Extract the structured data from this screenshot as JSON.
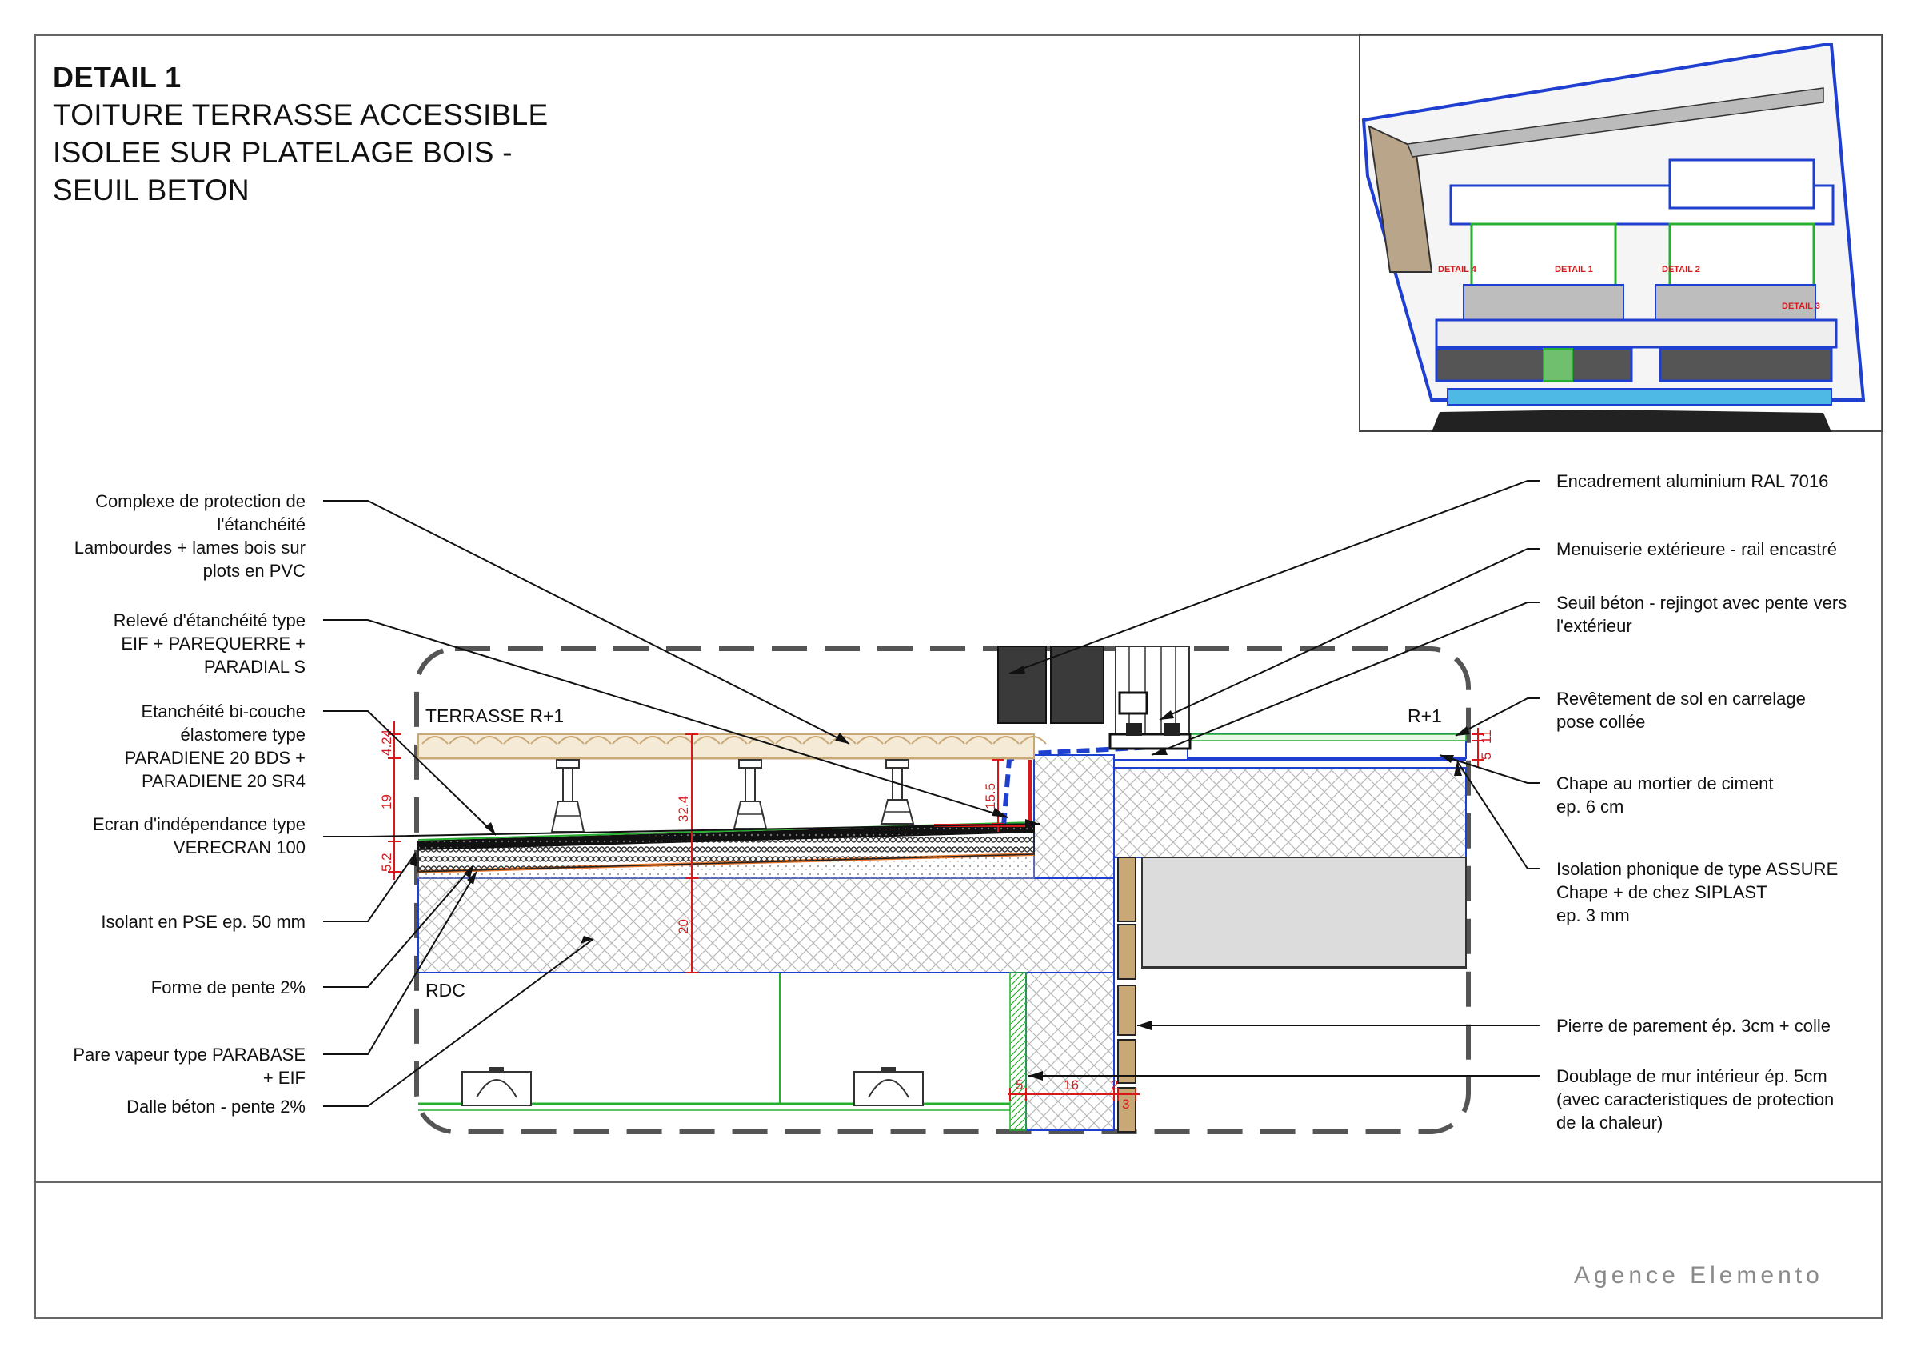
{
  "title": {
    "heading": "DETAIL 1",
    "lines": [
      "TOITURE TERRASSE ACCESSIBLE",
      "ISOLEE SUR PLATELAGE BOIS -",
      "SEUIL BETON"
    ]
  },
  "left_callouts": [
    {
      "lines": [
        "Complexe de protection de",
        "l'étanchéité",
        "Lambourdes + lames bois sur",
        "plots en PVC"
      ]
    },
    {
      "lines": [
        "Relevé d'étanchéité type",
        "EIF + PAREQUERRE +",
        "PARADIAL S"
      ]
    },
    {
      "lines": [
        "Etanchéité bi-couche",
        "élastomere type",
        "PARADIENE 20 BDS +",
        "PARADIENE 20 SR4"
      ]
    },
    {
      "lines": [
        "Ecran d'indépendance type",
        "VERECRAN 100"
      ]
    },
    {
      "lines": [
        "Isolant en PSE ep. 50 mm"
      ]
    },
    {
      "lines": [
        "Forme de pente 2%"
      ]
    },
    {
      "lines": [
        "Pare vapeur type PARABASE",
        "+ EIF"
      ]
    },
    {
      "lines": [
        "Dalle béton - pente 2%"
      ]
    }
  ],
  "right_callouts": [
    {
      "lines": [
        "Encadrement aluminium RAL 7016"
      ]
    },
    {
      "lines": [
        "Menuiserie extérieure - rail encastré"
      ]
    },
    {
      "lines": [
        "Seuil béton - rejingot avec pente vers",
        "l'extérieur"
      ]
    },
    {
      "lines": [
        "Revêtement de sol en carrelage",
        "pose collée"
      ]
    },
    {
      "lines": [
        "Chape au mortier de ciment",
        "ep. 6 cm"
      ]
    },
    {
      "lines": [
        "Isolation phonique de type ASSURE",
        "Chape + de chez SIPLAST",
        "ep. 3 mm"
      ]
    },
    {
      "lines": [
        "Pierre de parement ép. 3cm + colle"
      ]
    },
    {
      "lines": [
        "Doublage de mur intérieur ép. 5cm",
        "(avec caracteristiques de protection",
        "de la chaleur)"
      ]
    }
  ],
  "section_labels": {
    "terrasse": "TERRASSE R+1",
    "r1": "R+1",
    "rdc": "RDC"
  },
  "dimensions": {
    "d1": "4.24",
    "d2": "19",
    "d3": "5.2",
    "d4": "32.4",
    "d5": "15.5",
    "d6": "20",
    "d7": "5",
    "d8": "11",
    "d9": "16",
    "d10": "2",
    "d11": "3",
    "d12": "5"
  },
  "key_plan": {
    "tags": [
      "DETAIL 4",
      "DETAIL 1",
      "DETAIL 2",
      "DETAIL 3"
    ]
  },
  "brand": "Agence Elemento",
  "colors": {
    "dim_red": "#d7191c",
    "outline_blue": "#1f3fd0",
    "green": "#27b02f",
    "wood": "#c9a877",
    "dashed_gray": "#555555"
  }
}
